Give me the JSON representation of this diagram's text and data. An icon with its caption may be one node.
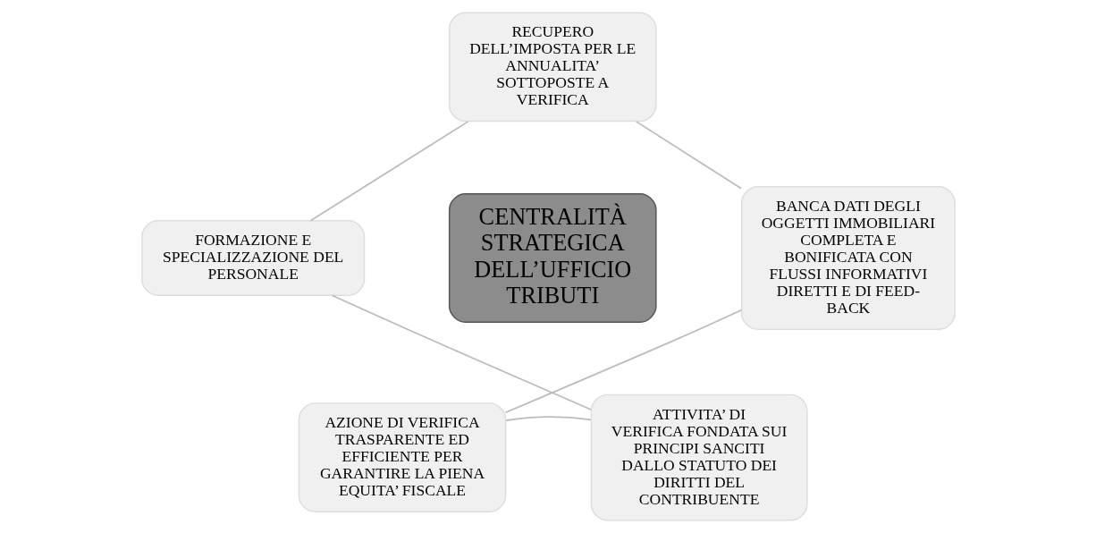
{
  "diagram": {
    "nodes": [
      {
        "text": [
          "CENTRALITÀ STRATEGICA DELL’UFFICIO TRIBUTI"
        ]
      },
      {
        "text": [
          "RECUPERO DELL’IMPOSTA PER LE ANNUALITA’ SOTTOPOSTE A VERIFICA"
        ]
      },
      {
        "text": [
          "BANCA DATI DEGLI OGGETTI IMMOBILIARI COMPLETA E BONIFICATA CON FLUSSI INFORMATIVI DIRETTI E DI FEED-BACK"
        ]
      },
      {
        "text": [
          "AZIONE DI VERIFICA TRASPARENTE ED EFFICIENTE PER GARANTIRE LA PIENA EQUITA’ FISCALE"
        ]
      },
      {
        "text": [
          "ATTIVITA’ DI VERIFICA FONDATA SUI PRINCIPI SANCITI DALLO STATUTO DEI DIRITTI DEL CONTRIBUENTE"
        ]
      },
      {
        "text": [
          "FORMAZIONE E SPECIALIZZAZIONE DEL PERSONALE"
        ]
      }
    ],
    "edges": [
      {
        "from": 1,
        "to": 2,
        "arrow": "none"
      },
      {
        "from": 2,
        "to": 3,
        "arrow": "none"
      },
      {
        "from": 3,
        "to": 4,
        "arrow": "none"
      },
      {
        "from": 4,
        "to": 5,
        "arrow": "none"
      },
      {
        "from": 5,
        "to": 1,
        "arrow": "none"
      }
    ]
  }
}
